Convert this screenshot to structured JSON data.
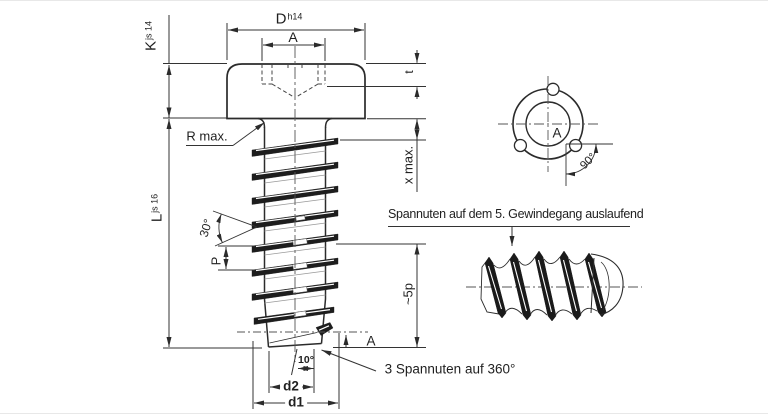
{
  "page": {
    "background": "#ffffff",
    "line_color": "#2b2b2b"
  },
  "main_view": {
    "head_diameter": {
      "letter": "D",
      "tolerance": "h14"
    },
    "recess_width": "A",
    "head_height": {
      "letter": "K",
      "tolerance": "js 14"
    },
    "screw_length": {
      "letter": "L",
      "tolerance": "js 16"
    },
    "recess_depth": "t",
    "fillet_radius": "R max.",
    "thread_angle": "30°",
    "thread_pitch": "P",
    "unthreaded_length": "x max.",
    "groove_length": "~5p",
    "tip_angle": "10°",
    "core_diameter": "d2",
    "thread_diameter": "d1",
    "grooves_note": "3 Spannuten auf 360°",
    "section_arrow_label": "A"
  },
  "section_view": {
    "center_label": "A",
    "notch_angle": "90°"
  },
  "detail_view": {
    "runout_note": "Spannuten auf dem 5. Gewindegang auslaufend"
  }
}
